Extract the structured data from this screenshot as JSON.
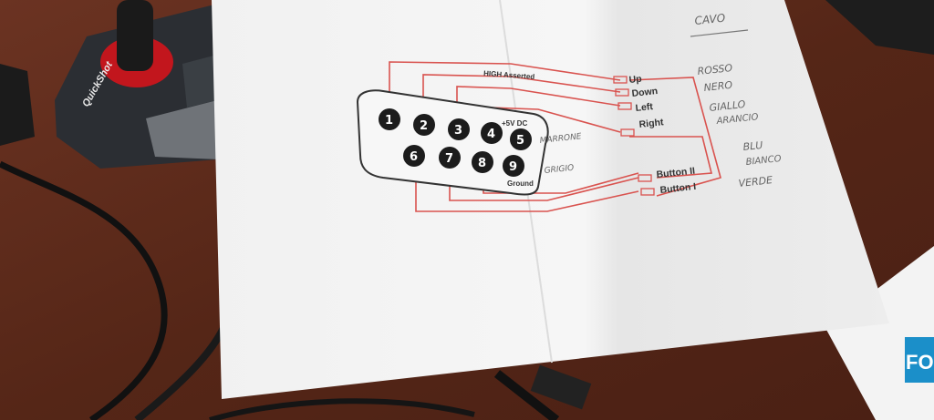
{
  "diagram": {
    "header_note": "HIGH Asserted",
    "pins": [
      "1",
      "2",
      "3",
      "4",
      "5",
      "6",
      "7",
      "8",
      "9"
    ],
    "pin4_label": "+5V DC",
    "ground_label": "Ground",
    "directions": [
      "Up",
      "Down",
      "Left",
      "Right"
    ],
    "buttons": [
      "Button II",
      "Button I"
    ]
  },
  "notes": {
    "cavo": "CAVO",
    "rosso": "ROSSO",
    "nero": "NERO",
    "giallo": "GIALLO",
    "arancio": "ARANCIO",
    "blu": "BLU",
    "bianco": "BIANCO",
    "verde": "VERDE",
    "marrone": "MARRONE",
    "grigio": "GRIGIO"
  },
  "joystick": {
    "brand": "QuickShot"
  },
  "box": {
    "text": "FO"
  }
}
